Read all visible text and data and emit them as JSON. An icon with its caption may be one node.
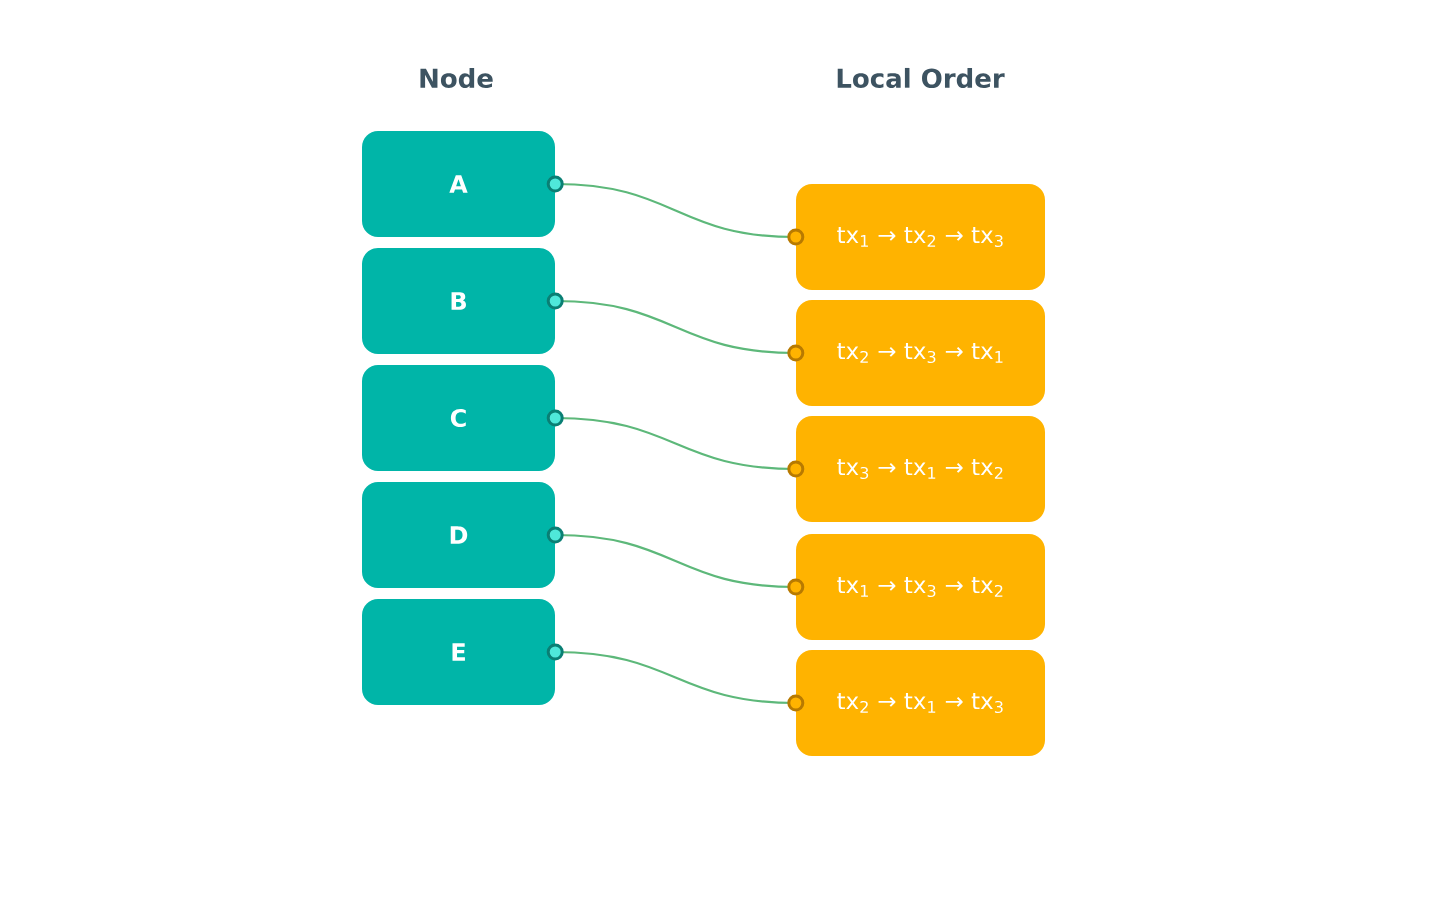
{
  "diagram": {
    "nodes": [
      {
        "text": [
          "A"
        ]
      },
      {
        "text": [
          "B"
        ]
      },
      {
        "text": [
          "C"
        ]
      },
      {
        "text": [
          "D"
        ]
      },
      {
        "text": [
          "E"
        ]
      },
      {
        "text": [
          "tx$_{1}$ → tx$_{2}$ → tx$_{3}$"
        ]
      },
      {
        "text": [
          "tx$_{2}$ → tx$_{3}$ → tx$_{1}$"
        ]
      },
      {
        "text": [
          "tx$_{3}$ → tx$_{1}$ → tx$_{2}$"
        ]
      },
      {
        "text": [
          "tx$_{1}$ → tx$_{3}$ → tx$_{2}$"
        ]
      },
      {
        "text": [
          "tx$_{2}$ → tx$_{1}$ → tx$_{3}$"
        ]
      }
    ],
    "edges": [
      {
        "from": 0,
        "to": 5,
        "arrow": "other"
      },
      {
        "from": 1,
        "to": 6,
        "arrow": "other"
      },
      {
        "from": 2,
        "to": 7,
        "arrow": "other"
      },
      {
        "from": 3,
        "to": 8,
        "arrow": "other"
      },
      {
        "from": 4,
        "to": 9,
        "arrow": "other"
      }
    ],
    "labels": [
      "Node",
      "Local Order"
    ]
  }
}
